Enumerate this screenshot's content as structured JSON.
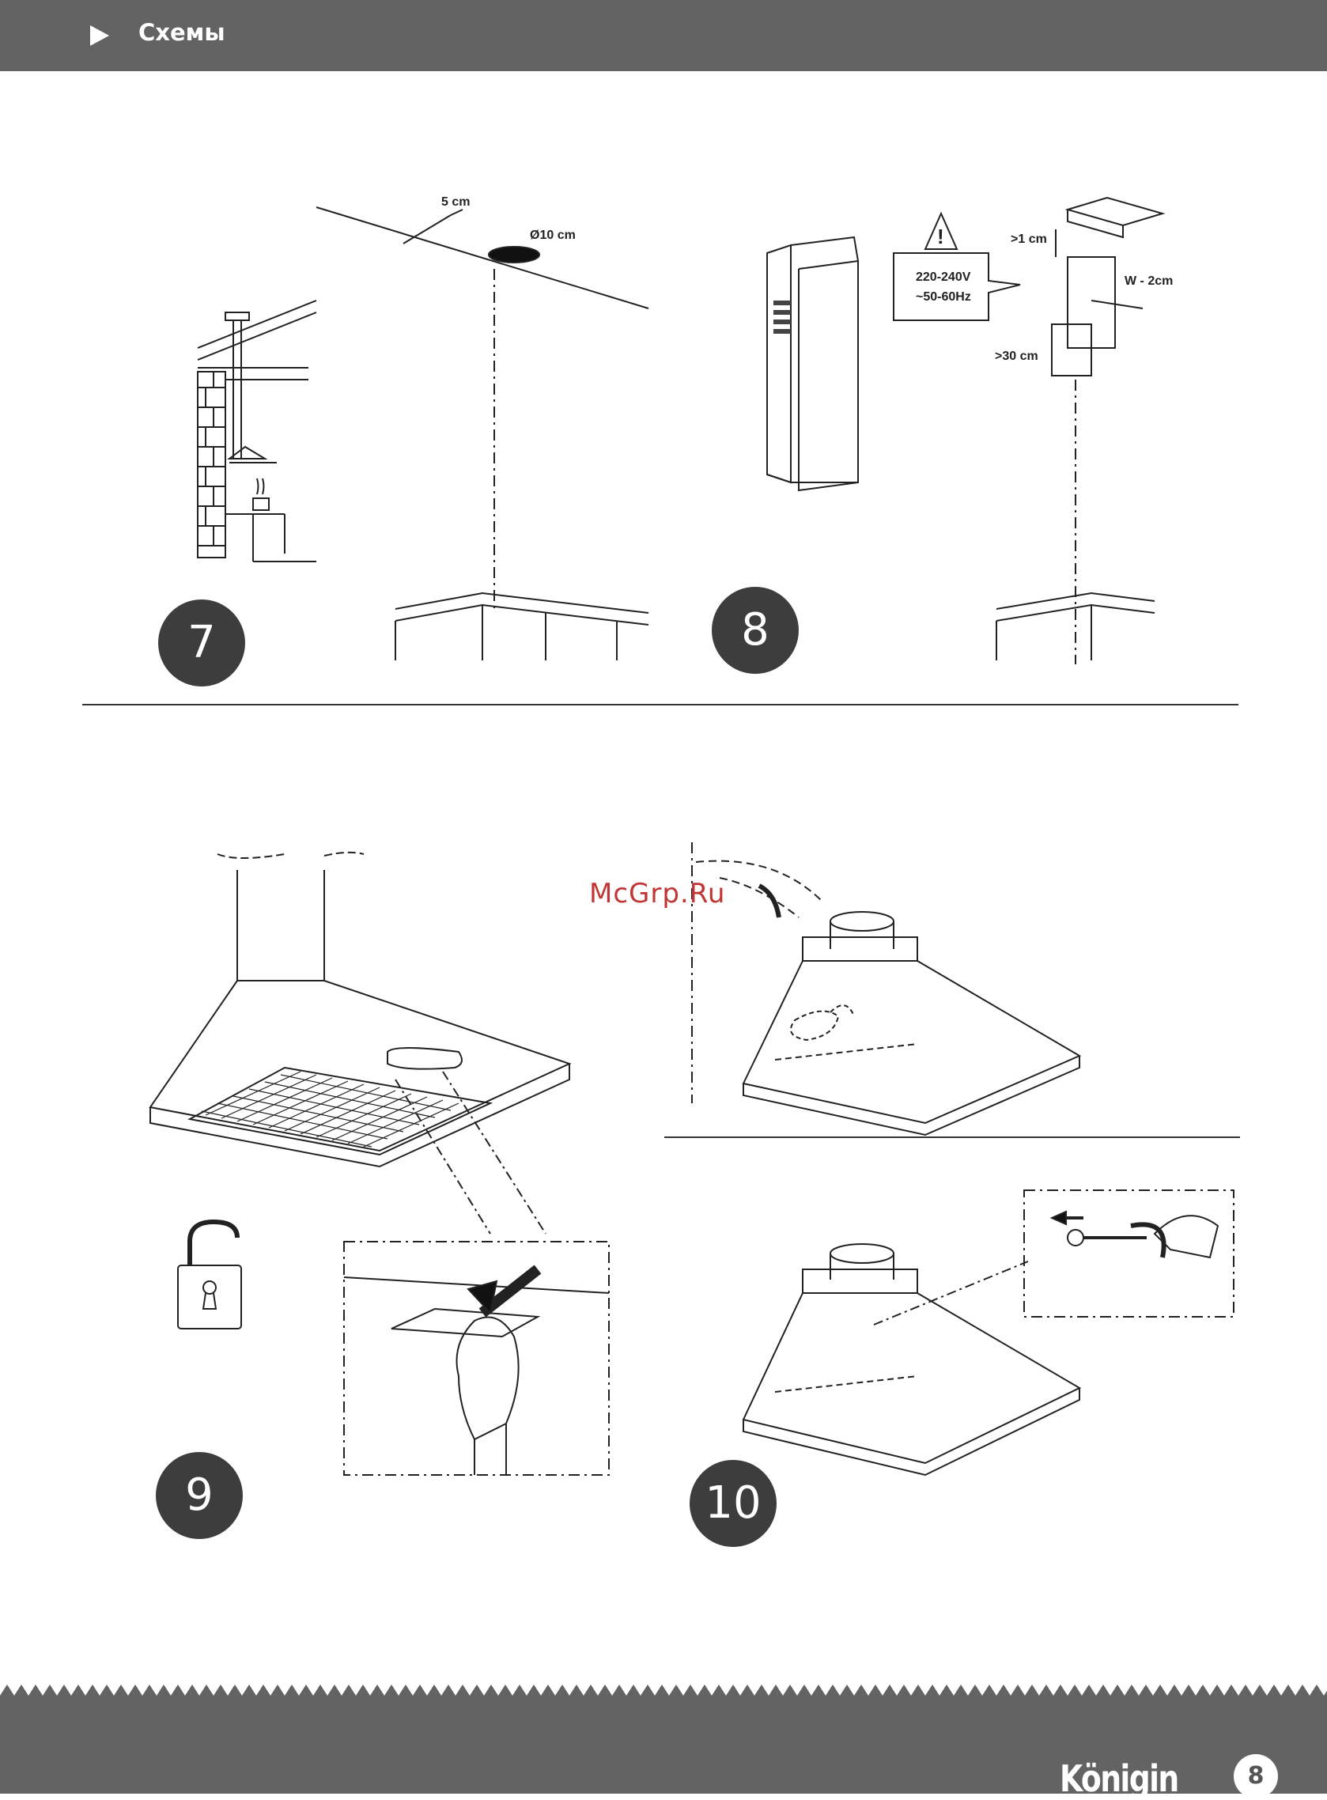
{
  "header": {
    "title": "Схемы"
  },
  "figure7": {
    "step": "7",
    "offset_label": "5 cm",
    "diameter_label": "Ø10 cm"
  },
  "figure8": {
    "step": "8",
    "voltage_label": "220-240V",
    "frequency_label": "~50-60Hz",
    "gap_top_label": ">1 cm",
    "width_label": "W - 2cm",
    "gap_bottom_label": ">30 cm"
  },
  "figure9": {
    "step": "9"
  },
  "figure10": {
    "step": "10"
  },
  "watermark": "McGrp.Ru",
  "footer": {
    "brand": "Königin",
    "page_number": "8",
    "background_color": "#636363"
  },
  "colors": {
    "header": "#636363",
    "step_badge": "#3d3d3d",
    "line": "#333333"
  }
}
